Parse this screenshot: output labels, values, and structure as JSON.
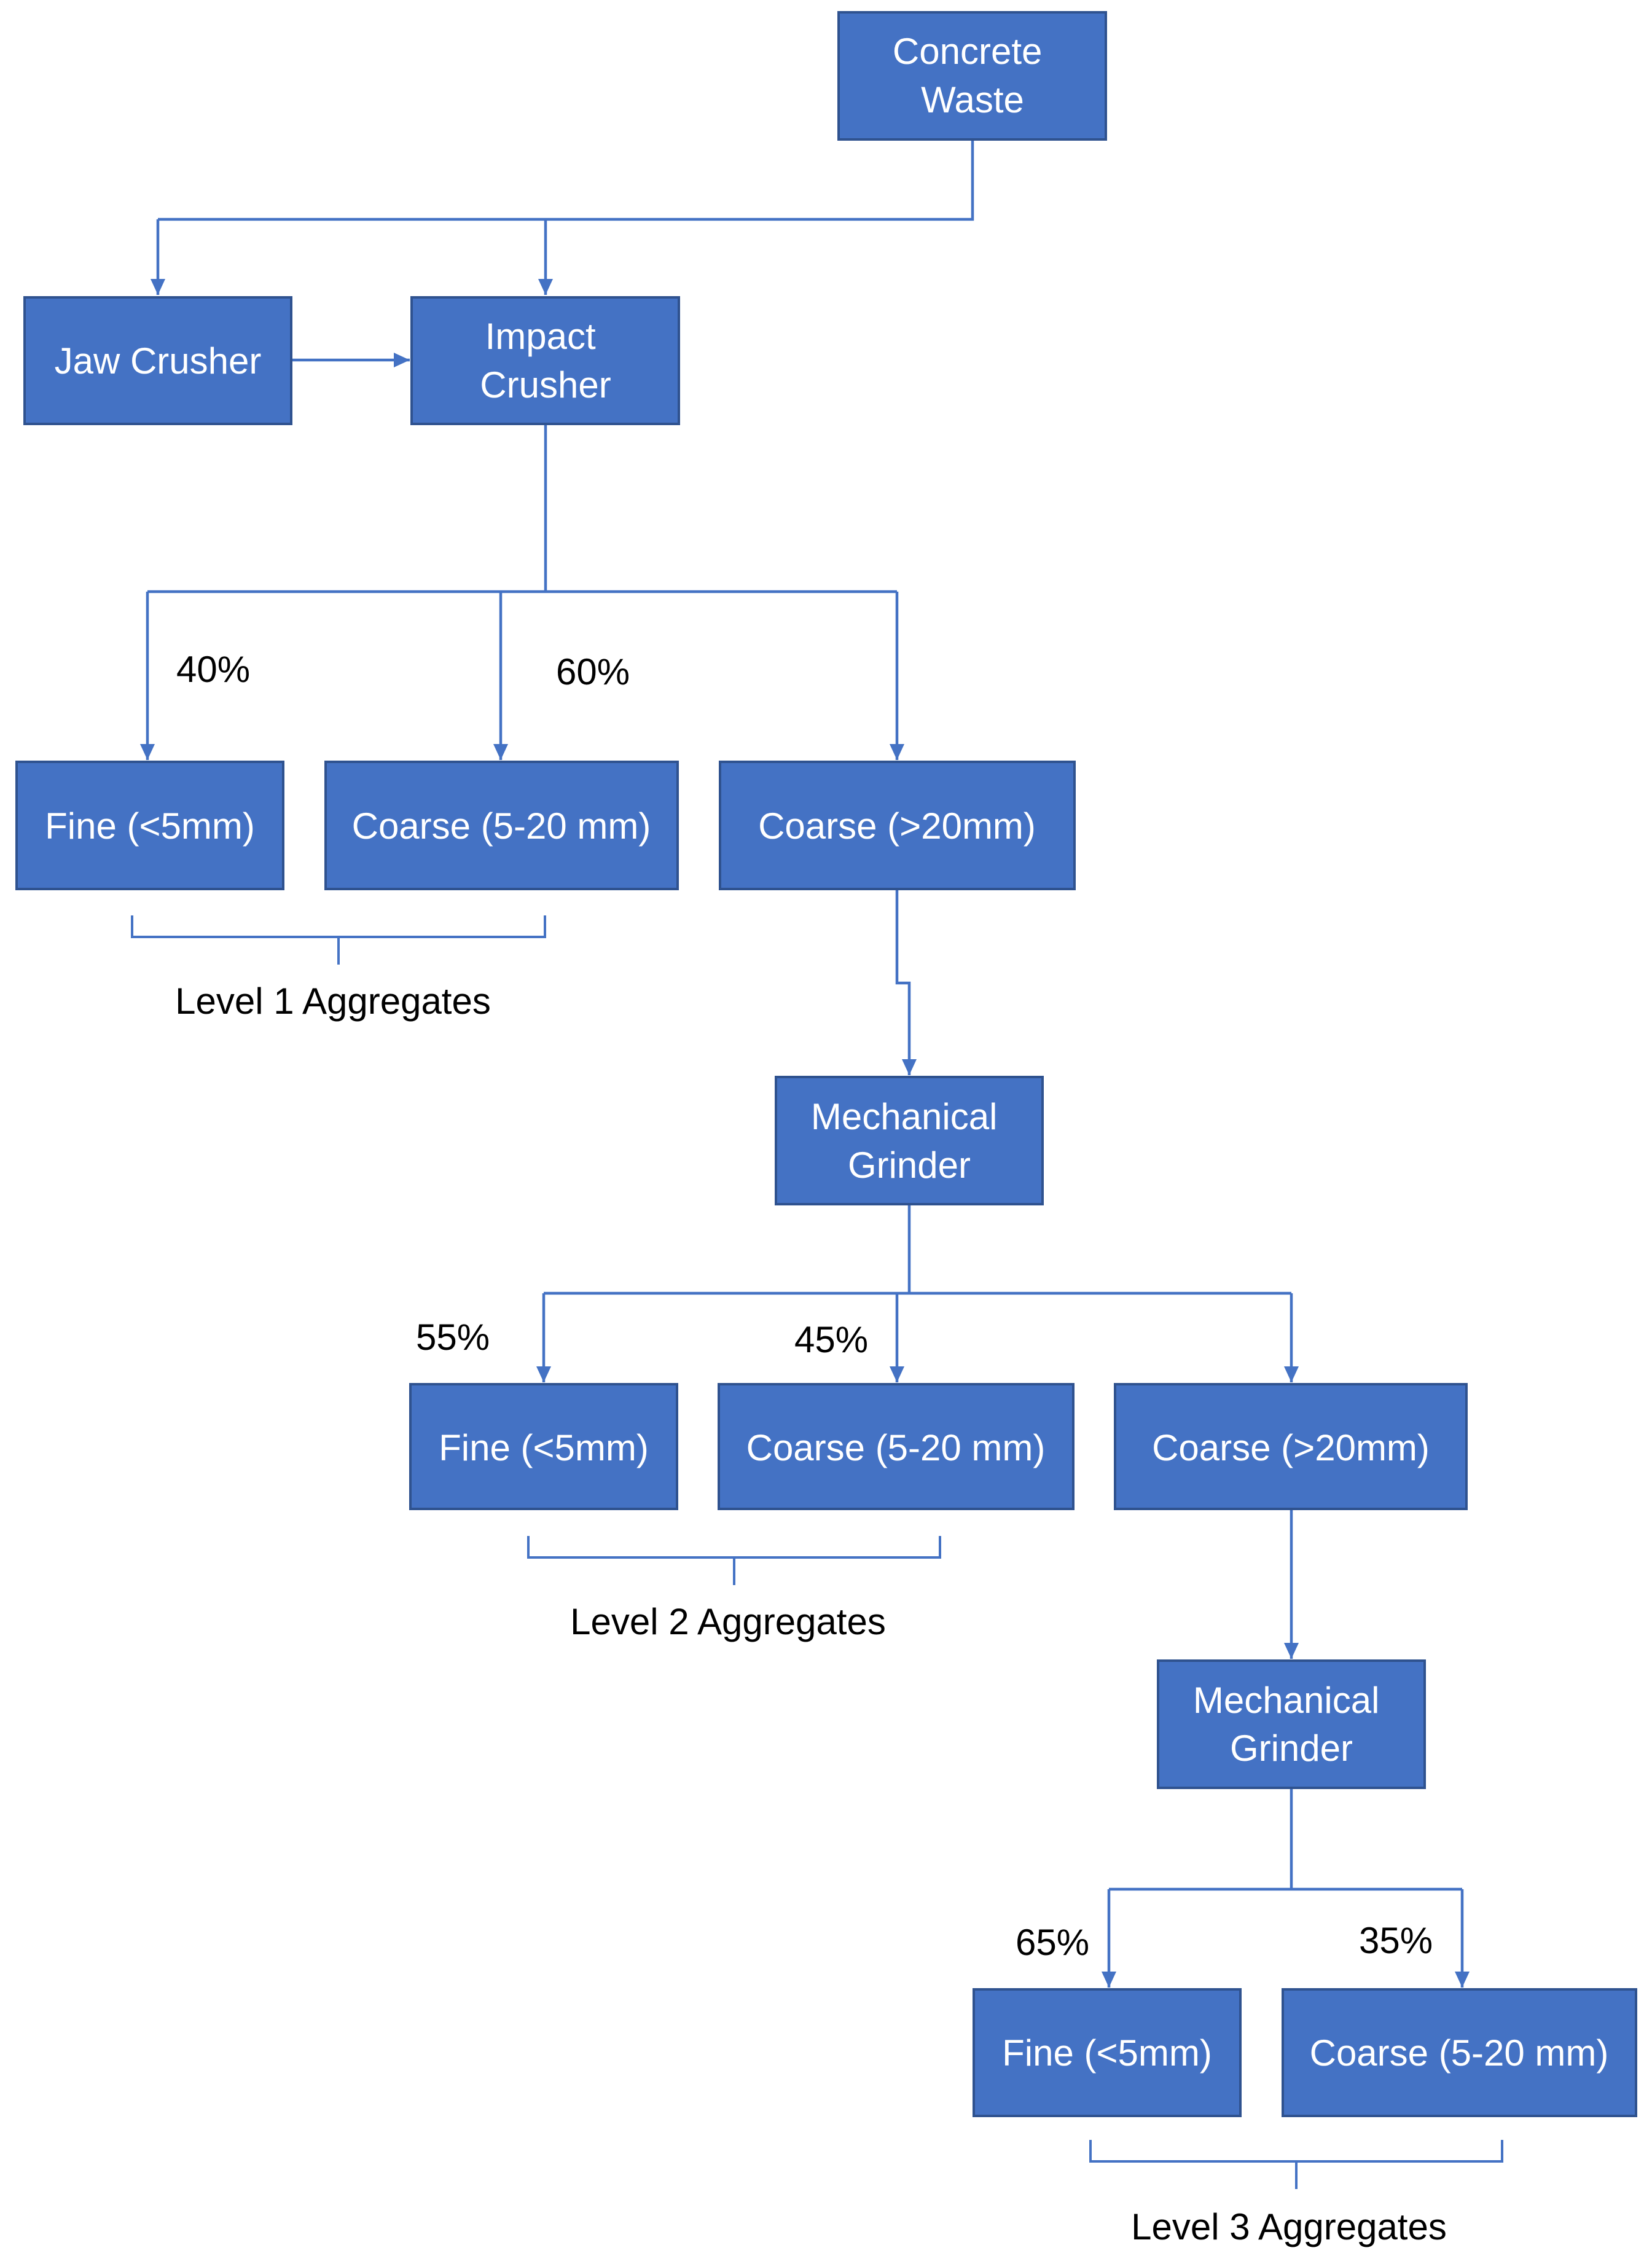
{
  "nodes": {
    "concrete_waste": [
      "Concrete",
      "Waste"
    ],
    "jaw_crusher": [
      "Jaw Crusher"
    ],
    "impact_crusher": [
      "Impact",
      "Crusher"
    ],
    "l1_fine": [
      "Fine (<5mm)"
    ],
    "l1_coarse_5_20": [
      "Coarse (5-20 mm)"
    ],
    "l1_coarse_gt20": [
      "Coarse (>20mm)"
    ],
    "grinder_1": [
      "Mechanical",
      "Grinder"
    ],
    "l2_fine": [
      "Fine (<5mm)"
    ],
    "l2_coarse_5_20": [
      "Coarse (5-20 mm)"
    ],
    "l2_coarse_gt20": [
      "Coarse (>20mm)"
    ],
    "grinder_2": [
      "Mechanical",
      "Grinder"
    ],
    "l3_fine": [
      "Fine (<5mm)"
    ],
    "l3_coarse_5_20": [
      "Coarse (5-20 mm)"
    ]
  },
  "percentages": {
    "l1_fine": "40%",
    "l1_coarse": "60%",
    "l2_fine": "55%",
    "l2_coarse": "45%",
    "l3_fine": "65%",
    "l3_coarse": "35%"
  },
  "levels": {
    "level1": "Level 1 Aggregates",
    "level2": "Level 2 Aggregates",
    "level3": "Level 3 Aggregates"
  },
  "colors": {
    "box_fill": "#4472C4",
    "box_border": "#2F528F",
    "box_text": "#FFFFFF",
    "connector": "#4472C4",
    "label_text": "#000000"
  }
}
